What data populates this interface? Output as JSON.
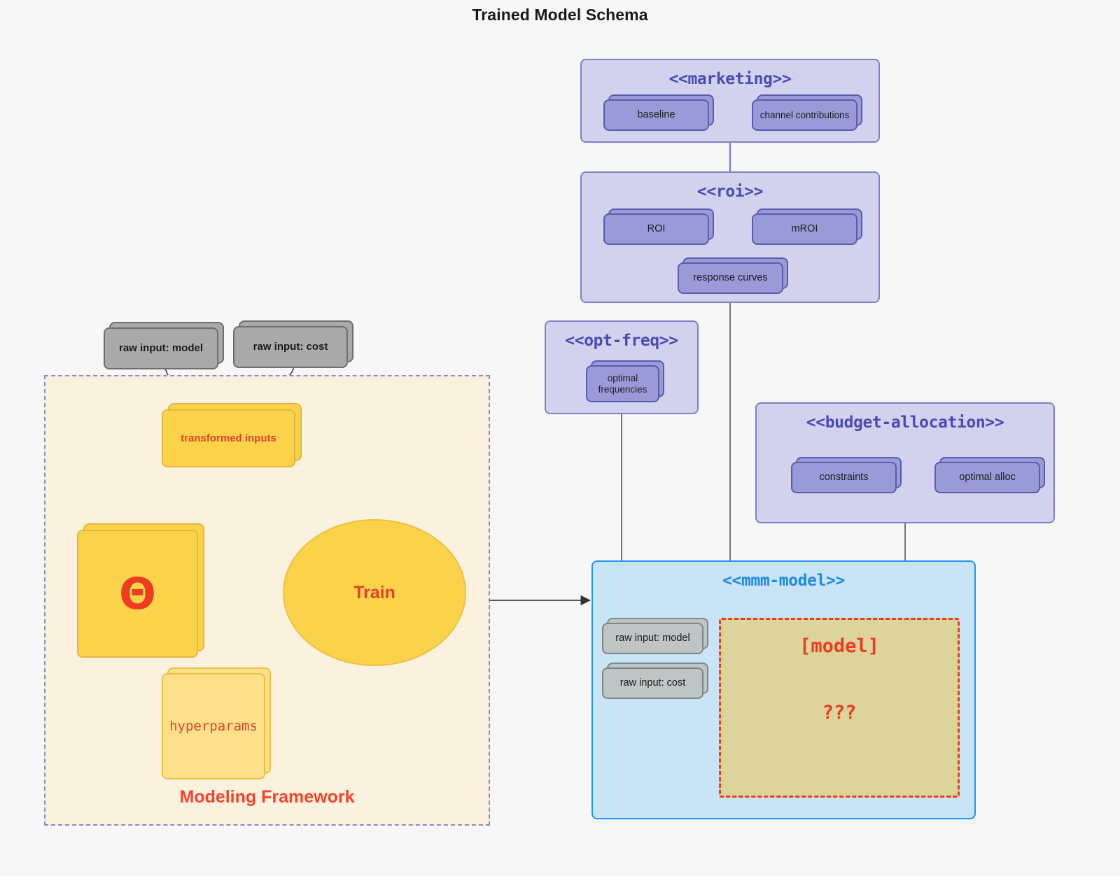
{
  "title": "Trained Model Schema",
  "colors": {
    "background": "#f7f7f7",
    "package_fill": "#d2d2ee",
    "package_border": "#7f7fc4",
    "package_title": "#4a4ab4",
    "node_purple_fill": "#9a9ad8",
    "node_purple_border": "#5c5caf",
    "grey_fill": "#a9a9a9",
    "grey_border": "#6e6e6e",
    "grey_light_fill": "#bfc5c5",
    "gold_fill": "#fbd34b",
    "gold_border": "#edc13f",
    "light_yellow_fill": "#fce08a",
    "framework_fill": "#faf1de",
    "framework_border": "#8a8ad0",
    "accent_red": "#e8412c",
    "mmm_fill": "#c9e3f7",
    "mmm_border": "#2196f3",
    "model_fill": "#dcd49a",
    "model_border": "#ef3b23",
    "connector": "#555555"
  },
  "framework": {
    "label": "Modeling Framework",
    "raw_inputs": [
      {
        "label": "raw input: model"
      },
      {
        "label": "raw input: cost"
      }
    ],
    "transformed_inputs": {
      "label": "transformed inputs"
    },
    "theta": {
      "label": "Θ"
    },
    "hyperparams": {
      "label": "hyperparams"
    },
    "train": {
      "label": "Train"
    }
  },
  "packages": {
    "marketing": {
      "title": "<<marketing>>",
      "nodes": [
        {
          "label": "baseline"
        },
        {
          "label": "channel contributions"
        }
      ]
    },
    "roi": {
      "title": "<<roi>>",
      "nodes": [
        {
          "label": "ROI"
        },
        {
          "label": "mROI"
        },
        {
          "label": "response curves"
        }
      ]
    },
    "opt_freq": {
      "title": "<<opt-freq>>",
      "nodes": [
        {
          "label": "optimal\nfrequencies",
          "line1": "optimal",
          "line2": "frequencies"
        }
      ]
    },
    "budget_allocation": {
      "title": "<<budget-allocation>>",
      "nodes": [
        {
          "label": "constraints"
        },
        {
          "label": "optimal alloc"
        }
      ]
    },
    "mmm_model": {
      "title": "<<mmm-model>>",
      "raw_inputs": [
        {
          "label": "raw input: model"
        },
        {
          "label": "raw input: cost"
        }
      ],
      "model_placeholder": {
        "label": "[model]",
        "unknown": "???"
      }
    }
  }
}
